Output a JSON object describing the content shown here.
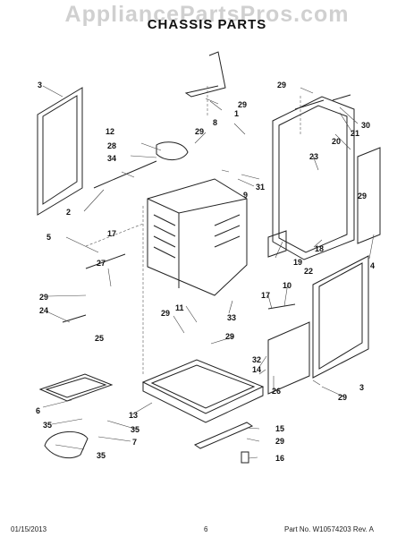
{
  "watermark": "AppliancePartsPros.com",
  "title": "CHASSIS PARTS",
  "footer": {
    "date": "01/15/2013",
    "page": "6",
    "part_no": "Part No.  W10574203  Rev.  A"
  },
  "labels": [
    "1",
    "2",
    "3",
    "3",
    "4",
    "5",
    "7",
    "8",
    "9",
    "10",
    "11",
    "12",
    "13",
    "14",
    "15",
    "16",
    "17",
    "17",
    "18",
    "19",
    "20",
    "21",
    "22",
    "23",
    "24",
    "25",
    "26",
    "27",
    "28",
    "29",
    "29",
    "29",
    "29",
    "29",
    "29",
    "29",
    "29",
    "29",
    "30",
    "31",
    "32",
    "33",
    "34",
    "35",
    "35",
    "35",
    "6"
  ]
}
